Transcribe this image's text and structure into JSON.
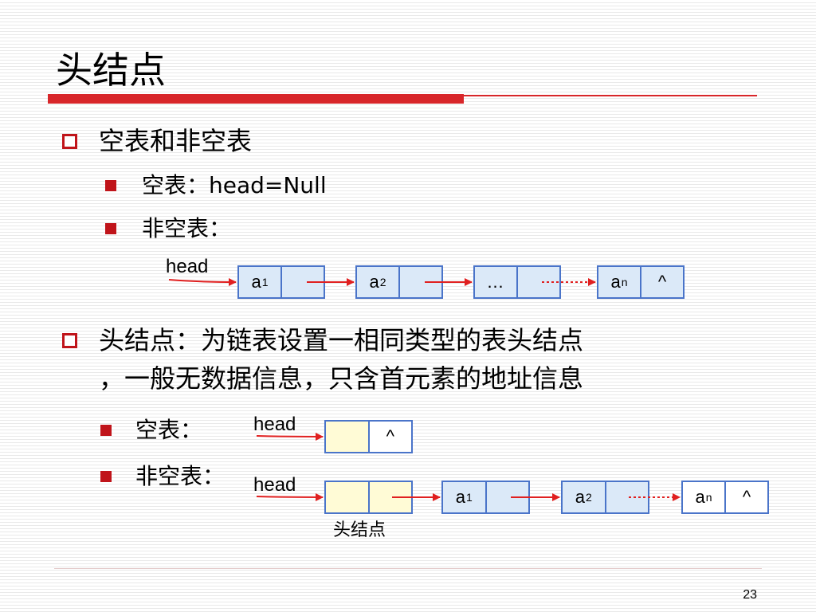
{
  "title": "头结点",
  "bullet1": {
    "text": "空表和非空表",
    "sub1": "空表：head=Null",
    "sub2": "非空表："
  },
  "bullet2": {
    "line1": "头结点：为链表设置一相同类型的表头结点",
    "line2": "，一般无数据信息，只含首元素的地址信息",
    "sub1": "空表：",
    "sub2": "非空表："
  },
  "diagram1": {
    "head_label": "head",
    "nodes": [
      {
        "data": "a",
        "sub": "1",
        "next": ""
      },
      {
        "data": "a",
        "sub": "2",
        "next": ""
      },
      {
        "data": "…",
        "sub": "",
        "next": ""
      },
      {
        "data": "a",
        "sub": "n",
        "next": "^"
      }
    ]
  },
  "diagram2": {
    "head_label": "head",
    "head_node_next": "^"
  },
  "diagram3": {
    "head_label": "head",
    "nodes": [
      {
        "data": "a",
        "sub": "1",
        "next": ""
      },
      {
        "data": "a",
        "sub": "2",
        "next": ""
      },
      {
        "data": "a",
        "sub": "n",
        "next": "^"
      }
    ],
    "caption": "头结点"
  },
  "colors": {
    "accent_red": "#d8262a",
    "node_border": "#4a74c9",
    "node_fill": "#dbe9f8",
    "head_node_fill": "#fffbd6",
    "arrow_red": "#e02020"
  },
  "page_number": "23"
}
